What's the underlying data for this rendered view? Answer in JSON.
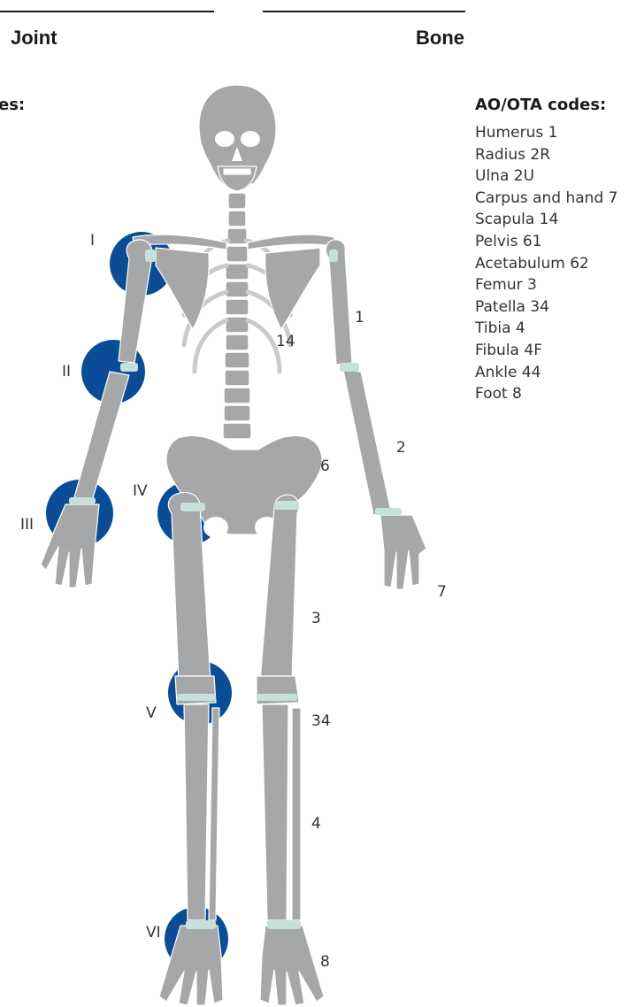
{
  "headers": {
    "joint": "Joint",
    "bone": "Bone"
  },
  "left_codes_title_fragment": "es:",
  "ao_ota": {
    "title": "AO/OTA codes:",
    "items": [
      "Humerus 1",
      "Radius 2R",
      "Ulna 2U",
      "Carpus and hand 7",
      "Scapula 14",
      "Pelvis 61",
      "Acetabulum 62",
      "Femur 3",
      "Patella 34",
      "Tibia 4",
      "Fibula 4F",
      "Ankle 44",
      "Foot 8"
    ]
  },
  "joint_labels": [
    "I",
    "II",
    "III",
    "IV",
    "V",
    "VI"
  ],
  "bone_labels": [
    "1",
    "14",
    "2",
    "6",
    "7",
    "3",
    "34",
    "4",
    "8"
  ],
  "colors": {
    "joint_circle": "#0a4d96",
    "bone": "#a6a7a9",
    "cartilage": "#c6e0da",
    "text": "#333333"
  }
}
